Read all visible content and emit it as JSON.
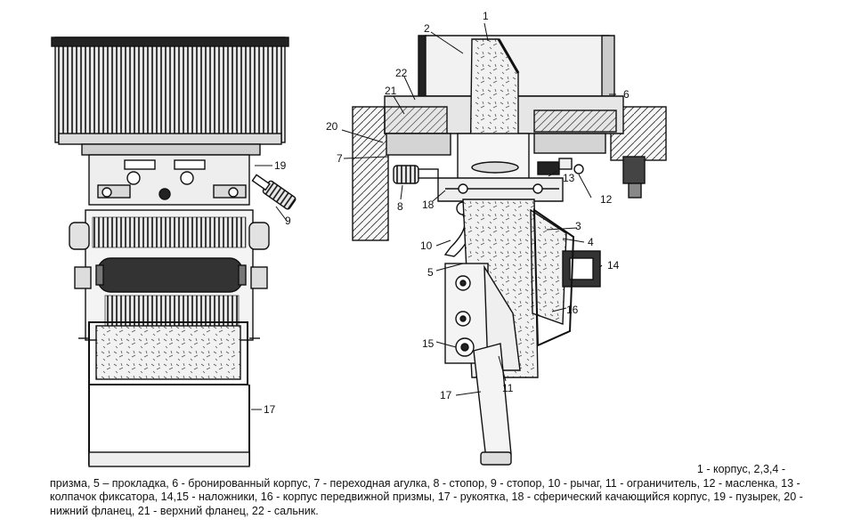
{
  "figure": {
    "callouts": [
      "1",
      "2",
      "22",
      "21",
      "20",
      "7",
      "8",
      "18",
      "10",
      "5",
      "15",
      "17",
      "6",
      "3",
      "4",
      "13",
      "12",
      "14",
      "16",
      "11",
      "19",
      "9"
    ]
  },
  "caption": {
    "lead": "1 - корпус, 2,3,4 -",
    "body": "призма, 5 – прокладка, 6 - бронированный корпус, 7 - переходная агулка, 8 - стопор, 9 - стопор, 10 - рычаг, 11 - ограничитель, 12 - масленка, 13 - колпачок фиксатора, 14,15 - наложники, 16 - корпус передвижной призмы, 17 - рукоятка, 18 - сферический качающийся корпус, 19 - пузырек, 20 - нижний фланец, 21 - верхний фланец, 22 - сальник."
  }
}
